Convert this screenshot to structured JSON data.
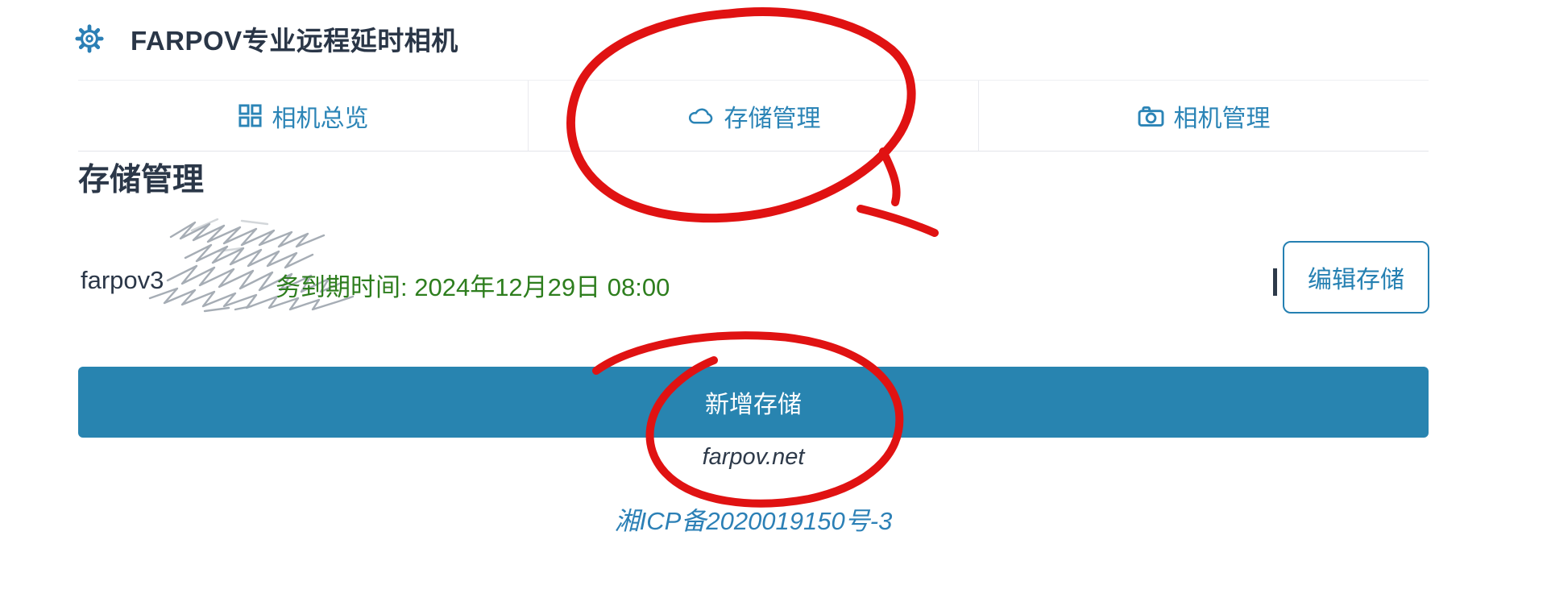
{
  "header": {
    "title": "FARPOV专业远程延时相机",
    "gear_icon": "settings-gear"
  },
  "tabs": [
    {
      "label": "相机总览",
      "icon": "grid-icon"
    },
    {
      "label": "存储管理",
      "icon": "cloud-icon",
      "annotated": "red-circle"
    },
    {
      "label": "相机管理",
      "icon": "camera-icon"
    }
  ],
  "section": {
    "title": "存储管理"
  },
  "storage_row": {
    "name": "farpov3",
    "name_redacted_by_scribble": true,
    "expiry_text": "务到期时间: 2024年12月29日 08:00",
    "separator": "|",
    "edit_button_label": "编辑存储"
  },
  "add_storage": {
    "button_label": "新增存储",
    "annotated": "red-circle"
  },
  "footer": {
    "site": "farpov.net",
    "icp": "湘ICP备2020019150号-3"
  },
  "colors": {
    "accent_blue": "#2b84b6",
    "bar_blue": "#2884b0",
    "dark_navy": "#2b3748",
    "expiry_green": "#2e7e1e",
    "annotation_red": "#e01212",
    "divider_grey": "#e3e4ea"
  },
  "annotations": [
    "hand-drawn red circle around 存储管理 tab",
    "hand-drawn red circle around 新增存储 button text and farpov.net"
  ]
}
